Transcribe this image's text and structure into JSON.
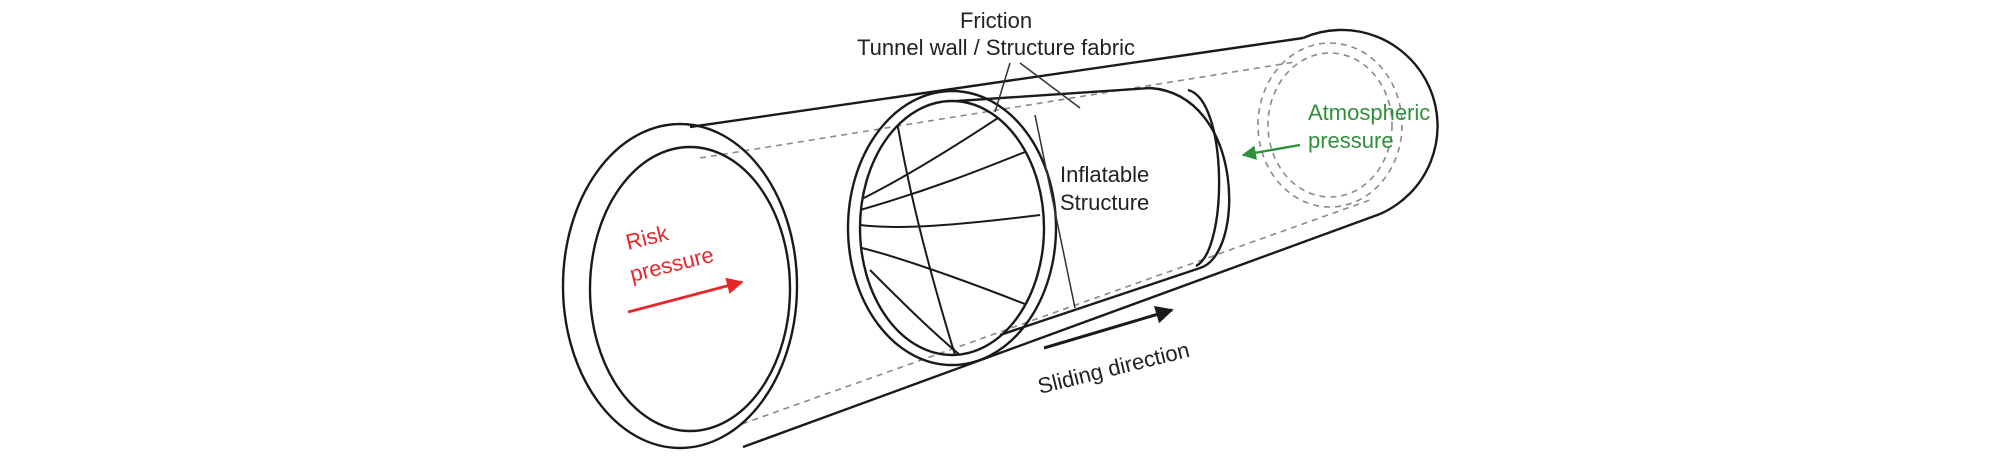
{
  "labels": {
    "friction_line1": "Friction",
    "friction_line2": "Tunnel wall / Structure fabric",
    "inflatable_line1": "Inflatable",
    "inflatable_line2": "Structure",
    "atmospheric_line1": "Atmospheric",
    "atmospheric_line2": "pressure",
    "risk_line1": "Risk",
    "risk_line2": "pressure",
    "sliding": "Sliding direction"
  },
  "colors": {
    "line": "#1a1a1a",
    "dashed": "#8a8a8a",
    "risk": "#e8262a",
    "atmospheric": "#2f8f3a",
    "text": "#222222"
  }
}
